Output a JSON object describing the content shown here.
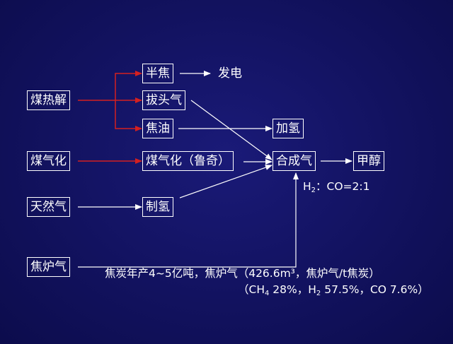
{
  "boxes": {
    "coal_pyrolysis": "煤热解",
    "coal_gasification": "煤气化",
    "natural_gas": "天然气",
    "coke_oven_gas": "焦炉气",
    "semi_coke": "半焦",
    "top_gas": "拔头气",
    "tar": "焦油",
    "gasification_lurgi": "煤气化（鲁奇）",
    "hydrogen_production": "制氢",
    "hydrogenation": "加氢",
    "syngas": "合成气",
    "methanol": "甲醇"
  },
  "labels": {
    "power_generation": "发电",
    "ratio_h": "H",
    "ratio_h_sub": "2",
    "ratio_rest": "：CO=2:1"
  },
  "notes": {
    "line1": "焦炭年产4~5亿吨，焦炉气（426.6m³，焦炉气/t焦炭）",
    "line2_open": "（CH",
    "line2_ch4_sub": "4",
    "line2_ch4_val": " 28%，H",
    "line2_h2_sub": "2",
    "line2_h2_val": " 57.5%，CO 7.6%）"
  },
  "colors": {
    "background": "#12125f",
    "box_border": "#ffffff",
    "arrow_white": "#ffffff",
    "arrow_red": "#d42020"
  }
}
